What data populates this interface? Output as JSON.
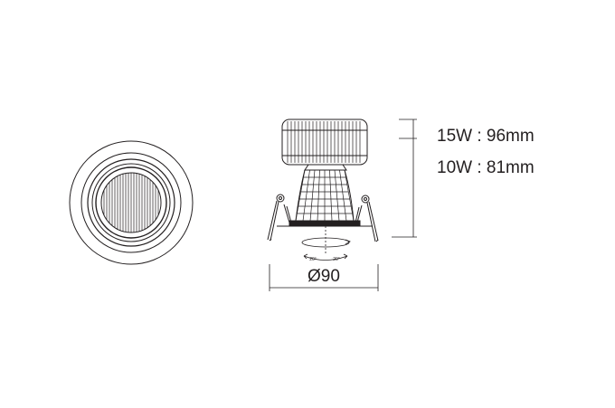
{
  "dimensions": {
    "height_15w": "15W : 96mm",
    "height_10w": "10W : 81mm",
    "diameter": "Ø90",
    "tilt_left": "20°",
    "tilt_right": "20°"
  },
  "colors": {
    "line": "#231f20",
    "background": "#ffffff"
  }
}
